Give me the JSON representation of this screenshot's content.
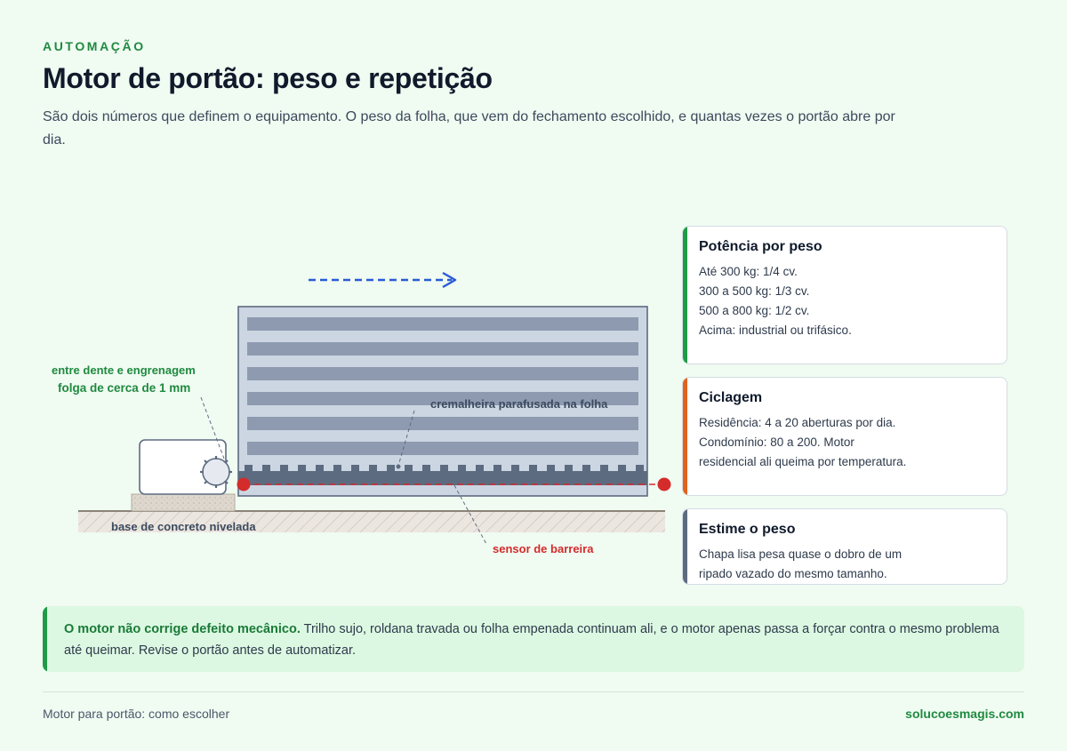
{
  "header": {
    "eyebrow": "AUTOMAÇÃO",
    "title": "Motor de portão: peso e repetição",
    "subtitle": "São dois números que definem o equipamento. O peso da folha, que vem do fechamento escolhido, e quantas vezes o portão abre por dia."
  },
  "diagram": {
    "labels": {
      "gap_line1": "entre dente e engrenagem",
      "gap_line2": "folga de cerca de 1 mm",
      "rack": "cremalheira parafusada na folha",
      "base": "base de concreto nivelada",
      "sensor": "sensor de barreira"
    },
    "colors": {
      "arrow": "#2a5bd7",
      "sensor": "#d42b2b",
      "gate_fill": "#ccd6e2",
      "gate_slat": "#8d9ab0",
      "rack": "#5d6b80"
    }
  },
  "cards": [
    {
      "title": "Potência por peso",
      "lines": [
        "Até 300 kg: 1/4 cv.",
        "300 a 500 kg: 1/3 cv.",
        "500 a 800 kg: 1/2 cv.",
        "Acima: industrial ou trifásico."
      ],
      "accent": "#1f9a46"
    },
    {
      "title": "Ciclagem",
      "lines": [
        "Residência: 4 a 20 aberturas por dia.",
        "Condomínio: 80 a 200. Motor",
        "residencial ali queima por temperatura."
      ],
      "accent": "#e0621c"
    },
    {
      "title": "Estime o peso",
      "lines": [
        "Chapa lisa pesa quase o dobro de um",
        "ripado vazado do mesmo tamanho."
      ],
      "accent": "#5d6b80"
    }
  ],
  "note": {
    "bold": "O motor não corrige defeito mecânico.",
    "text": " Trilho sujo, roldana travada ou folha empenada continuam ali, e o motor apenas passa a forçar contra o mesmo problema até queimar. Revise o portão antes de automatizar."
  },
  "footer": {
    "left": "Motor para portão: como escolher",
    "right": "solucoesmagis.com"
  }
}
